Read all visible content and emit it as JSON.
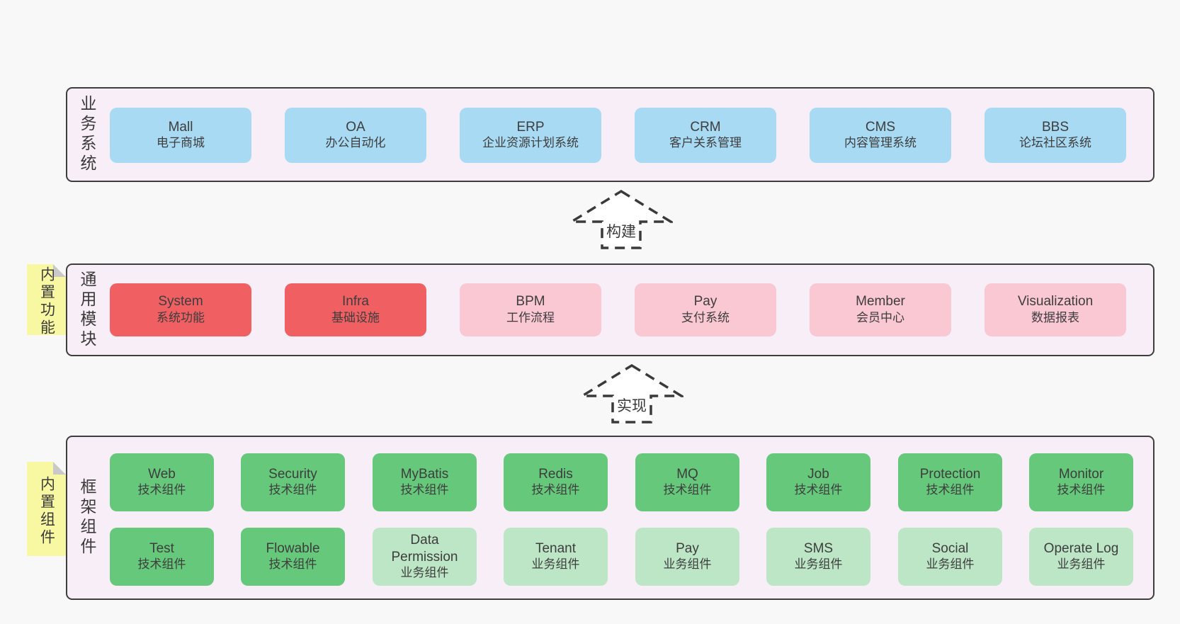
{
  "palette": {
    "page_bg": "#f8f8f8",
    "container_bg": "#f8eef7",
    "border": "#3e3e3e",
    "blue": "#a9daf3",
    "red": "#f06063",
    "pink": "#fac8d2",
    "green_dark": "#66c87b",
    "green_light": "#bce6c6",
    "sticky_yellow": "#f8f8a3",
    "sticky_fold": "#c9c9c9",
    "text": "#3d3d3d"
  },
  "arrows": [
    {
      "label": "构建"
    },
    {
      "label": "实现"
    }
  ],
  "layers": {
    "business": {
      "label": "业务系统",
      "boxes": [
        {
          "title": "Mall",
          "subtitle": "电子商城"
        },
        {
          "title": "OA",
          "subtitle": "办公自动化"
        },
        {
          "title": "ERP",
          "subtitle": "企业资源计划系统"
        },
        {
          "title": "CRM",
          "subtitle": "客户关系管理"
        },
        {
          "title": "CMS",
          "subtitle": "内容管理系统"
        },
        {
          "title": "BBS",
          "subtitle": "论坛社区系统"
        }
      ]
    },
    "modules": {
      "label": "通用模块",
      "sticky": "内置功能",
      "boxes": [
        {
          "title": "System",
          "subtitle": "系统功能"
        },
        {
          "title": "Infra",
          "subtitle": "基础设施"
        },
        {
          "title": "BPM",
          "subtitle": "工作流程"
        },
        {
          "title": "Pay",
          "subtitle": "支付系统"
        },
        {
          "title": "Member",
          "subtitle": "会员中心"
        },
        {
          "title": "Visualization",
          "subtitle": "数据报表"
        }
      ]
    },
    "components": {
      "label": "框架组件",
      "sticky": "内置组件",
      "row1": [
        {
          "title": "Web",
          "subtitle": "技术组件"
        },
        {
          "title": "Security",
          "subtitle": "技术组件"
        },
        {
          "title": "MyBatis",
          "subtitle": "技术组件"
        },
        {
          "title": "Redis",
          "subtitle": "技术组件"
        },
        {
          "title": "MQ",
          "subtitle": "技术组件"
        },
        {
          "title": "Job",
          "subtitle": "技术组件"
        },
        {
          "title": "Protection",
          "subtitle": "技术组件"
        },
        {
          "title": "Monitor",
          "subtitle": "技术组件"
        }
      ],
      "row2": [
        {
          "title": "Test",
          "subtitle": "技术组件"
        },
        {
          "title": "Flowable",
          "subtitle": "技术组件"
        },
        {
          "title": "Data Permission",
          "subtitle": "业务组件"
        },
        {
          "title": "Tenant",
          "subtitle": "业务组件"
        },
        {
          "title": "Pay",
          "subtitle": "业务组件"
        },
        {
          "title": "SMS",
          "subtitle": "业务组件"
        },
        {
          "title": "Social",
          "subtitle": "业务组件"
        },
        {
          "title": "Operate Log",
          "subtitle": "业务组件"
        }
      ]
    }
  }
}
